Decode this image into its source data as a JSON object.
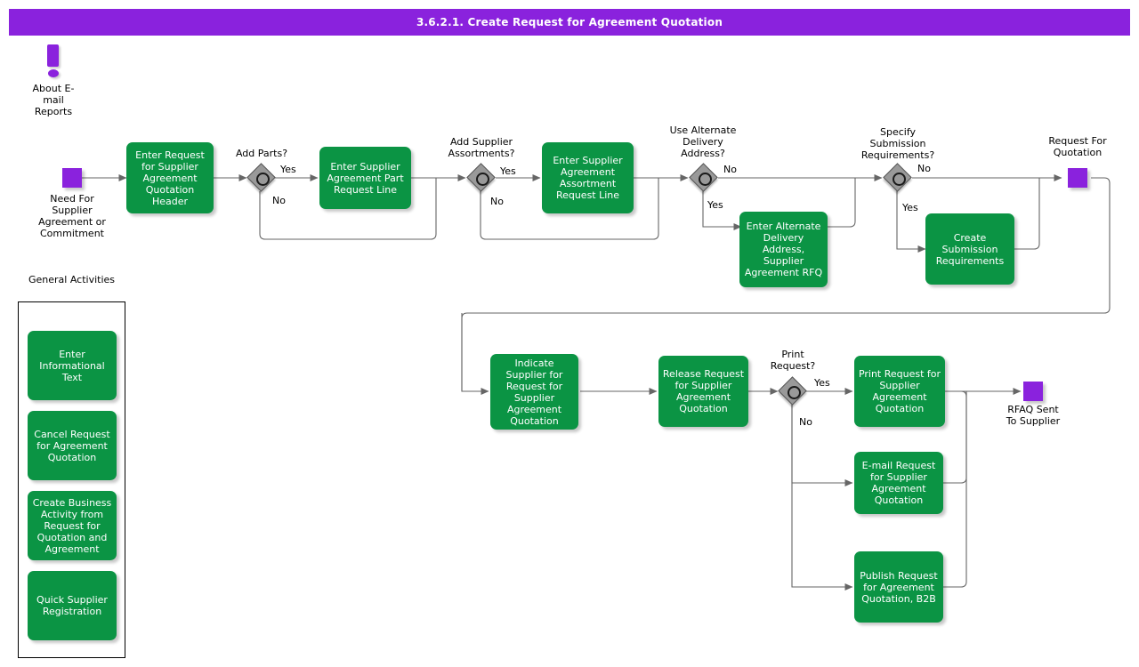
{
  "header": {
    "title": "3.6.2.1. Create Request for Agreement Quotation"
  },
  "annotation": {
    "icon": "exclamation-mark-icon",
    "label": "About E-\nmail\nReports"
  },
  "events": {
    "start": {
      "name": "start-event",
      "label": "Need For\nSupplier\nAgreement or\nCommitment"
    },
    "rfq": {
      "name": "intermediate-event-request-for-quotation",
      "label": "Request For\nQuotation"
    },
    "end": {
      "name": "end-event-rfaq-sent",
      "label": "RFAQ Sent\nTo Supplier"
    }
  },
  "gateways": [
    {
      "id": "add-parts",
      "label": "Add Parts?",
      "yes": "Yes",
      "no": "No"
    },
    {
      "id": "add-supplier-assort",
      "label": "Add Supplier\nAssortments?",
      "yes": "Yes",
      "no": "No"
    },
    {
      "id": "alt-delivery-address",
      "label": "Use Alternate\nDelivery\nAddress?",
      "yes": "Yes",
      "no": "No"
    },
    {
      "id": "submission-reqs",
      "label": "Specify\nSubmission\nRequirements?",
      "yes": "Yes",
      "no": "No"
    },
    {
      "id": "print-request",
      "label": "Print\nRequest?",
      "yes": "Yes",
      "no": "No"
    }
  ],
  "tasks": {
    "enter_header": "Enter Request\nfor Supplier\nAgreement\nQuotation\nHeader",
    "enter_part_line": "Enter Supplier\nAgreement Part\nRequest Line",
    "enter_assortment_line": "Enter Supplier\nAgreement\nAssortment\nRequest Line",
    "enter_alt_address": "Enter Alternate\nDelivery\nAddress,\nSupplier\nAgreement RFQ",
    "create_submission": "Create\nSubmission\nRequirements",
    "indicate_supplier": "Indicate\nSupplier for\nRequest for\nSupplier\nAgreement\nQuotation",
    "release_request": "Release Request\nfor Supplier\nAgreement\nQuotation",
    "print_request": "Print Request\nfor Supplier\nAgreement\nQuotation",
    "email_request": "E-mail Request\nfor Supplier\nAgreement\nQuotation",
    "publish_request": "Publish Request\nfor Agreement\nQuotation, B2B"
  },
  "general_activities": {
    "title": "General\nActivities",
    "items": [
      "Enter\nInformational\nText",
      "Cancel Request\nfor Agreement\nQuotation",
      "Create Business\nActivity from\nRequest for\nQuotation and\nAgreement",
      "Quick Supplier\nRegistration"
    ]
  },
  "colors": {
    "header_purple": "#8a22dd",
    "task_green": "#0b9444",
    "event_purple": "#8a22dd",
    "gateway_gray": "#999999",
    "connector_gray": "#666666"
  }
}
